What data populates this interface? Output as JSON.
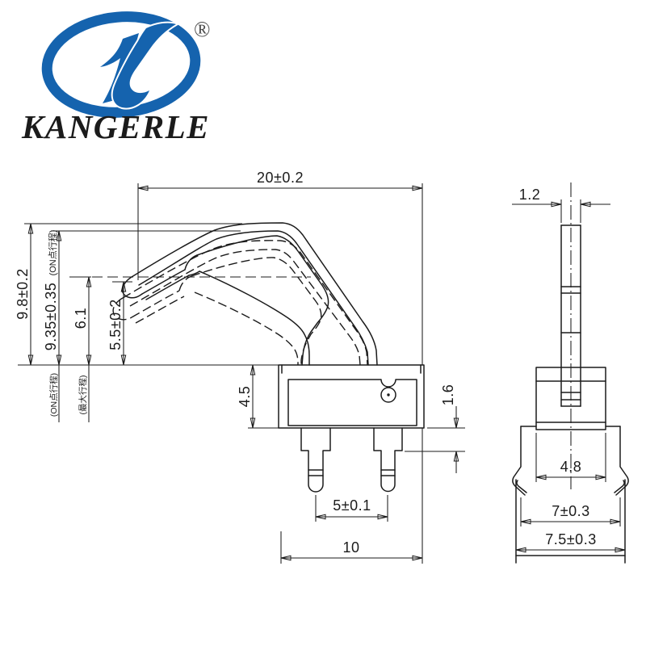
{
  "brand": {
    "name": "KANGERLE",
    "registered_mark": "®",
    "accent_blue": "#1563ae"
  },
  "drawing": {
    "line_color": "#1b1b1b",
    "front_view": {
      "dim_overall_length": "20±0.2",
      "dim_free_height": "9.8±0.2",
      "dim_on_point_height": "9.35±0.35",
      "dim_on_point_note": "(ON点行程)",
      "dim_max_travel_height": "6.1",
      "dim_lever_tip_height": "5.5±0.2",
      "dim_body_height": "4.5",
      "dim_pin_shoulder": "1.6",
      "dim_pin_pitch": "5±0.1",
      "dim_body_width": "10",
      "label_on_travel": "(ON点行程)",
      "label_max_travel": "(最大行程)"
    },
    "side_view": {
      "dim_lever_thickness": "1.2",
      "dim_top_width": "4.8",
      "dim_mid_width": "7±0.3",
      "dim_base_width": "7.5±0.3"
    }
  }
}
